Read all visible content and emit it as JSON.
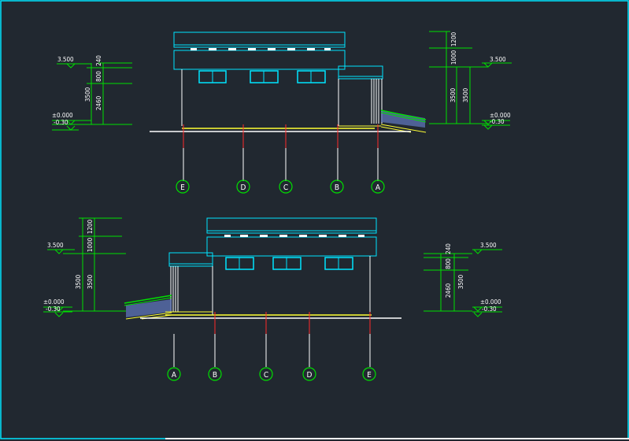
{
  "colors": {
    "background": "#212830",
    "frame": "#00e5ff",
    "building": "#00e5ff",
    "dimension": "#00e000",
    "axis_line": "#ff2a2a",
    "grade": "#ffff33",
    "ground": "#ffffff",
    "text": "#ffffff",
    "railing": "#5a6fb0"
  },
  "upper_elevation": {
    "axes": [
      "E",
      "D",
      "C",
      "B",
      "A"
    ],
    "left_levels": {
      "top": "3.500",
      "zero": "±0.000",
      "bottom": "-0.30"
    },
    "left_dims": [
      "240",
      "800",
      "2460",
      "3500"
    ],
    "right_levels": {
      "top": "3.500",
      "zero": "±0.000",
      "bottom": "-0.30"
    },
    "right_dims": [
      "1200",
      "1000",
      "3500",
      "3500"
    ]
  },
  "lower_elevation": {
    "axes": [
      "A",
      "B",
      "C",
      "D",
      "E"
    ],
    "left_levels": {
      "top": "3.500",
      "zero": "±0.000",
      "bottom": "-0.30"
    },
    "left_dims": [
      "1200",
      "1000",
      "3500",
      "3500"
    ],
    "right_levels": {
      "top": "3.500",
      "zero": "±0.000",
      "bottom": "-0.30"
    },
    "right_dims": [
      "240",
      "800",
      "2460",
      "3500"
    ]
  }
}
